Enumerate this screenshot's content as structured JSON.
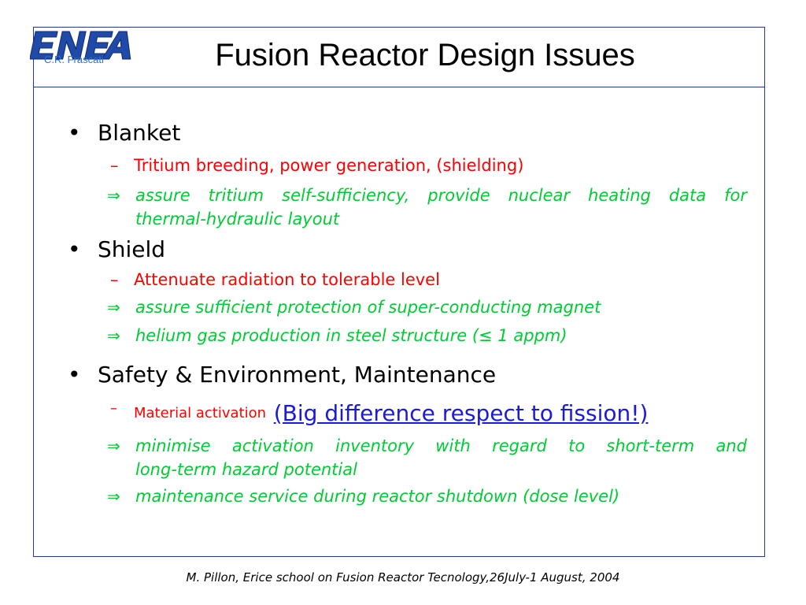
{
  "logo": {
    "text": "ENEA",
    "subtitle": "C.R. Frascati"
  },
  "title": "Fusion Reactor Design Issues",
  "sections": {
    "blanket": {
      "heading": "Blanket",
      "sub": "Tritium breeding, power generation, (shielding)",
      "implication_1a": "assure tritium self-sufficiency, provide nuclear heating data for",
      "implication_1b": "thermal-hydraulic layout"
    },
    "shield": {
      "heading": "Shield",
      "sub": "Attenuate radiation to tolerable level",
      "implication_1": "assure sufficient protection of super-conducting magnet",
      "implication_2": "helium gas production in steel structure (≤ 1 appm)"
    },
    "safety": {
      "heading": "Safety & Environment, Maintenance",
      "sub": "Material activation",
      "sub_link": "(Big difference respect to fission!)",
      "implication_1a": "minimise activation inventory with regard to short-term and",
      "implication_1b": "long-term hazard potential",
      "implication_2": "maintenance service during reactor shutdown (dose level)"
    }
  },
  "symbols": {
    "bullet": "•",
    "dash": "–",
    "arrow": "⇒"
  },
  "footer": "M. Pillon, Erice school on Fusion Reactor Tecnology,26July-1 August, 2004",
  "colors": {
    "frame": "#1f3a93",
    "sub": "#ff0000",
    "implication": "#00cc33",
    "link": "#1a1adc",
    "logo": "#1f4aa8"
  }
}
